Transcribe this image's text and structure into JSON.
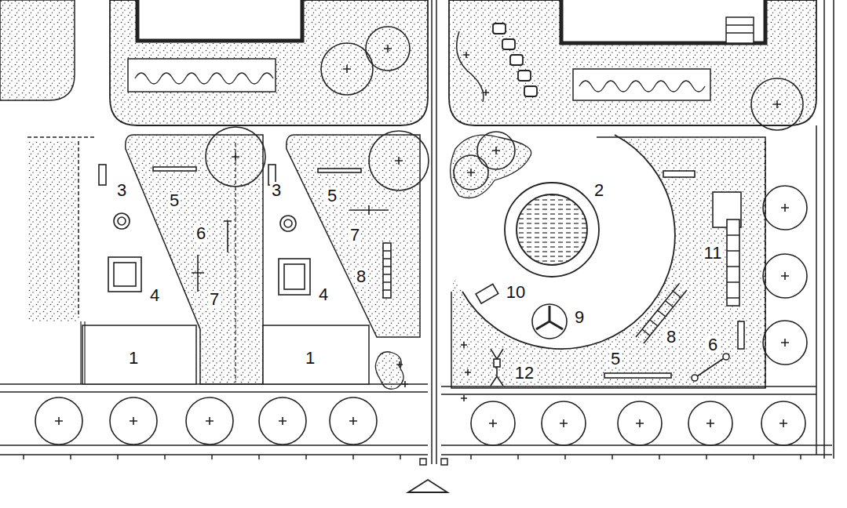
{
  "diagram": {
    "labels": [
      "2",
      "3",
      "5",
      "3",
      "5",
      "6",
      "7",
      "11",
      "8",
      "4",
      "4",
      "10",
      "7",
      "9",
      "8",
      "6",
      "1",
      "1",
      "5",
      "12"
    ]
  }
}
